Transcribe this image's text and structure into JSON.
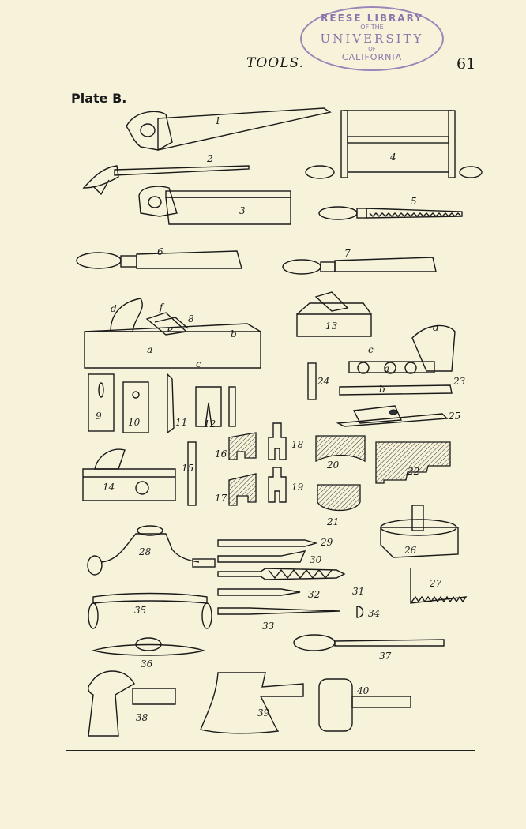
{
  "header": {
    "title": "TOOLS.",
    "page_number": "61"
  },
  "stamp": {
    "line1": "REESE LIBRARY",
    "line2": "OF THE",
    "line3": "UNIVERSITY",
    "line4": "OF",
    "line5": "CALIFORNIA"
  },
  "plate": {
    "label": "Plate B.",
    "figure_numbers": [
      "1",
      "2",
      "3",
      "4",
      "5",
      "6",
      "7",
      "8",
      "9",
      "10",
      "11",
      "12",
      "13",
      "14",
      "15",
      "16",
      "17",
      "18",
      "19",
      "20",
      "21",
      "22",
      "23",
      "24",
      "25",
      "26",
      "27",
      "28",
      "29",
      "30",
      "31",
      "32",
      "33",
      "34",
      "35",
      "36",
      "37",
      "38",
      "39",
      "40"
    ],
    "part_letters": [
      "a",
      "b",
      "c",
      "d",
      "e",
      "f",
      "a",
      "b",
      "c",
      "d"
    ]
  },
  "icons": [
    "saw-icon",
    "hand-plane-icon",
    "chisel-icon",
    "brace-icon",
    "auger-bit-icon",
    "spokeshave-icon",
    "hammer-icon",
    "axe-icon",
    "mallet-icon"
  ]
}
